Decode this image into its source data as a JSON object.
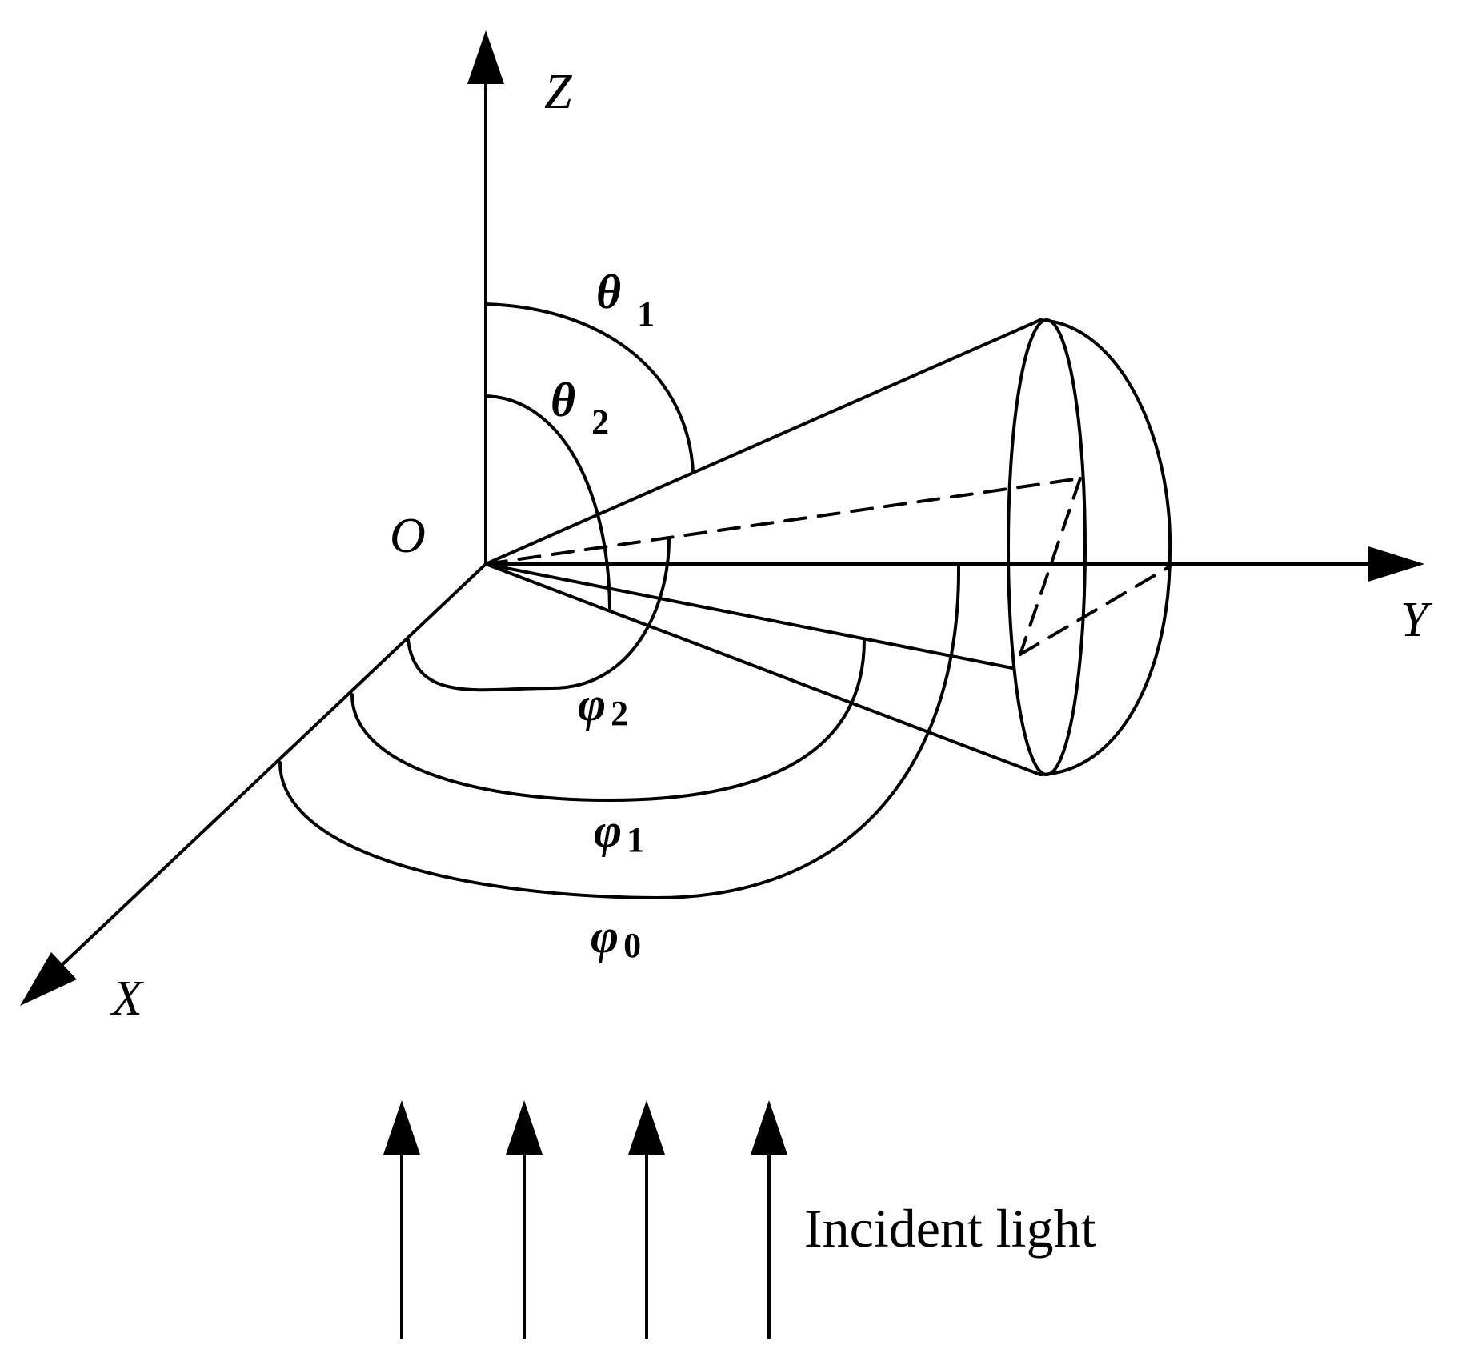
{
  "diagram": {
    "axes": {
      "z_label": "Z",
      "y_label": "Y",
      "x_label": "X",
      "origin_label": "O"
    },
    "angles": {
      "theta1": {
        "symbol": "θ",
        "subscript": "1"
      },
      "theta2": {
        "symbol": "θ",
        "subscript": "2"
      },
      "phi0": {
        "symbol": "φ",
        "subscript": "0"
      },
      "phi1": {
        "symbol": "φ",
        "subscript": "1"
      },
      "phi2": {
        "symbol": "φ",
        "subscript": "2"
      }
    },
    "incident_light_label": "Incident light",
    "incident_arrow_count": 4
  }
}
